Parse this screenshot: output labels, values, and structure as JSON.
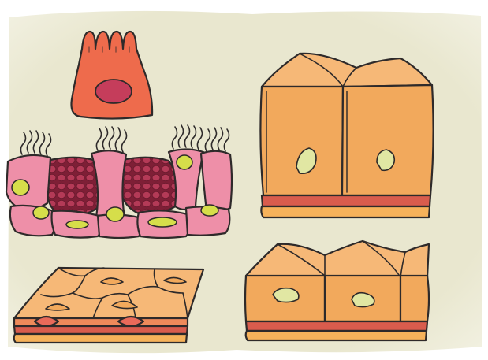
{
  "palette": {
    "background": "#e9e7cf",
    "paper_edge": "#f7f6ec",
    "cell_orange": "#f2a95c",
    "cell_orange_top": "#f6b877",
    "cell_pink": "#ee8fa8",
    "goblet_red": "#a4314b",
    "nucleus_green": "#e1e7a3",
    "nucleus_yellow": "#d6de4a",
    "basement_red": "#d95c4d",
    "basement_orange": "#f6b25a",
    "ciliated_cell_red": "#ee6b4c",
    "ciliated_nucleus": "#c53d5b",
    "outline": "#2e2a2a"
  },
  "figures": [
    {
      "id": "single-columnar-cell",
      "kind": "cell-with-microvilli"
    },
    {
      "id": "pseudostratified-ciliated-epithelium",
      "kind": "tissue-with-goblet-cells"
    },
    {
      "id": "simple-cuboidal-epithelium-large",
      "kind": "cuboidal-block"
    },
    {
      "id": "simple-squamous-epithelium",
      "kind": "flat-cell-layer"
    },
    {
      "id": "simple-cuboidal-epithelium-small",
      "kind": "cuboidal-block"
    }
  ]
}
